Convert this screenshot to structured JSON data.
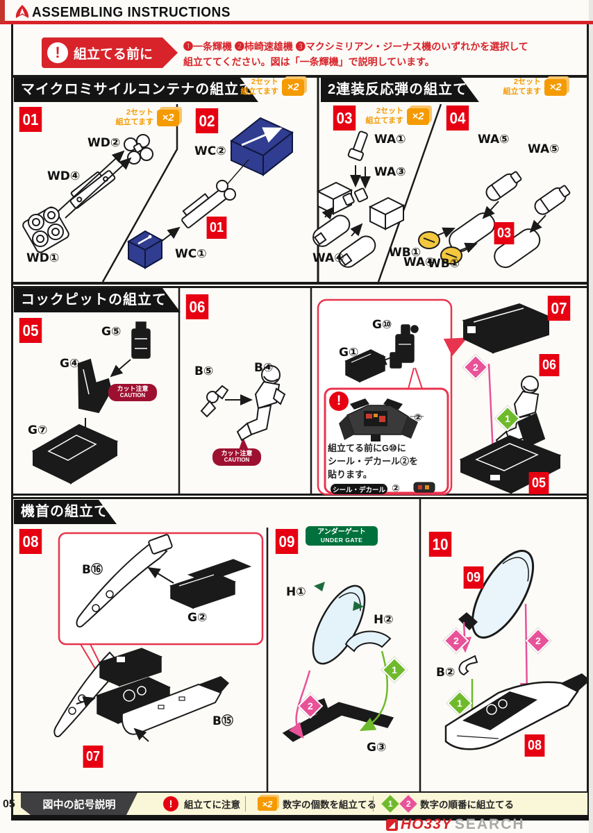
{
  "header": {
    "title": "ASSEMBLING INSTRUCTIONS"
  },
  "notice": {
    "badge": "組立てる前に",
    "excl": "!",
    "l1": "❶一条輝機 ❷柿崎速雄機 ❸マクシミリアン・ジーナス機のいずれかを選択して",
    "l2": "組立ててください。図は「一条輝機」で説明しています。"
  },
  "sections": {
    "s1": "マイクロミサイルコンテナの組立て",
    "s2": "2連装反応弾の組立て",
    "s3": "コックピットの組立て",
    "s4": "機首の組立て"
  },
  "repeat": {
    "l1": "2セット",
    "l2": "組立てます",
    "x2": "×2"
  },
  "steps": {
    "s01": {
      "num": "01"
    },
    "s02": {
      "num": "02"
    },
    "s03": {
      "num": "03"
    },
    "s04": {
      "num": "04"
    },
    "s05": {
      "num": "05"
    },
    "s06": {
      "num": "06"
    },
    "s07": {
      "num": "07"
    },
    "s08": {
      "num": "08"
    },
    "s09": {
      "num": "09"
    },
    "s10": {
      "num": "10"
    }
  },
  "refs": {
    "r01": "01",
    "r03": "03",
    "r05": "05",
    "r06": "06",
    "r07": "07",
    "r08": "08",
    "r09": "09"
  },
  "part_labels": {
    "wd2": "WD②",
    "wd4": "WD④",
    "wd1": "WD①",
    "wc2": "WC②",
    "wc1": "WC①",
    "wa1": "WA①",
    "wa3": "WA③",
    "wa4": "WA④",
    "wa5": "WA⑤",
    "wb1": "WB①",
    "g5": "G⑤",
    "g4": "G④",
    "g7": "G⑦",
    "b5": "B⑤",
    "b4": "B④",
    "g10": "G⑩",
    "g1": "G①",
    "b16": "B⑯",
    "g2": "G②",
    "b15": "B⑮",
    "h1": "H①",
    "h2": "H②",
    "g3": "G③",
    "b2": "B②"
  },
  "caution": {
    "jp": "カット注意",
    "en": "CAUTION"
  },
  "undergate": {
    "jp": "アンダーゲート",
    "en": "UNDER GATE"
  },
  "order": {
    "n1": "1",
    "n2": "2"
  },
  "decal": {
    "excl": "!",
    "num2": "②",
    "t1": "組立てる前にG⑩に",
    "t2": "シール・デカール②を",
    "t3": "貼ります。",
    "pill": "シール・デカール",
    "pill_num": "②"
  },
  "legend": {
    "title": "図中の記号説明",
    "excl": "!",
    "i1": "組立てに注意",
    "i2": "数字の個数を組立てる",
    "i3": "数字の順番に組立てる"
  },
  "footer": {
    "page": "05",
    "wm1": "HO33Y",
    "wm2": "SEARCH"
  }
}
